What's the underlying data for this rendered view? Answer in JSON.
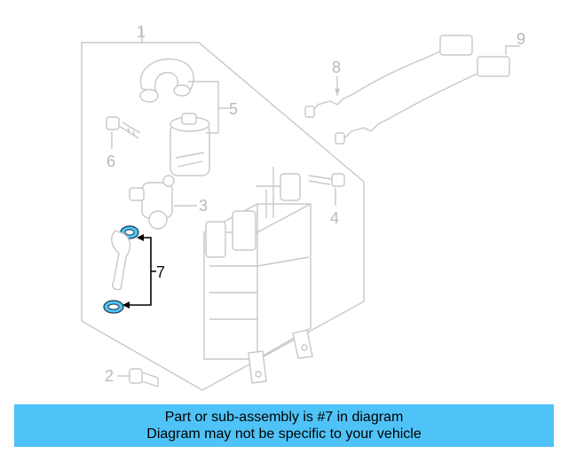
{
  "callouts": {
    "c1": "1",
    "c2": "2",
    "c3": "3",
    "c4": "4",
    "c5": "5",
    "c6": "6",
    "c7": "7",
    "c8": "8",
    "c9": "9"
  },
  "highlighted_part": "7",
  "banner": {
    "line1": "Part or sub-assembly is #7 in diagram",
    "line2": "Diagram may not be specific to your vehicle"
  },
  "colors": {
    "highlight": "#4fc3f7",
    "banner": "#4fc3f7",
    "ghost_lines": "#c8c8c8"
  }
}
